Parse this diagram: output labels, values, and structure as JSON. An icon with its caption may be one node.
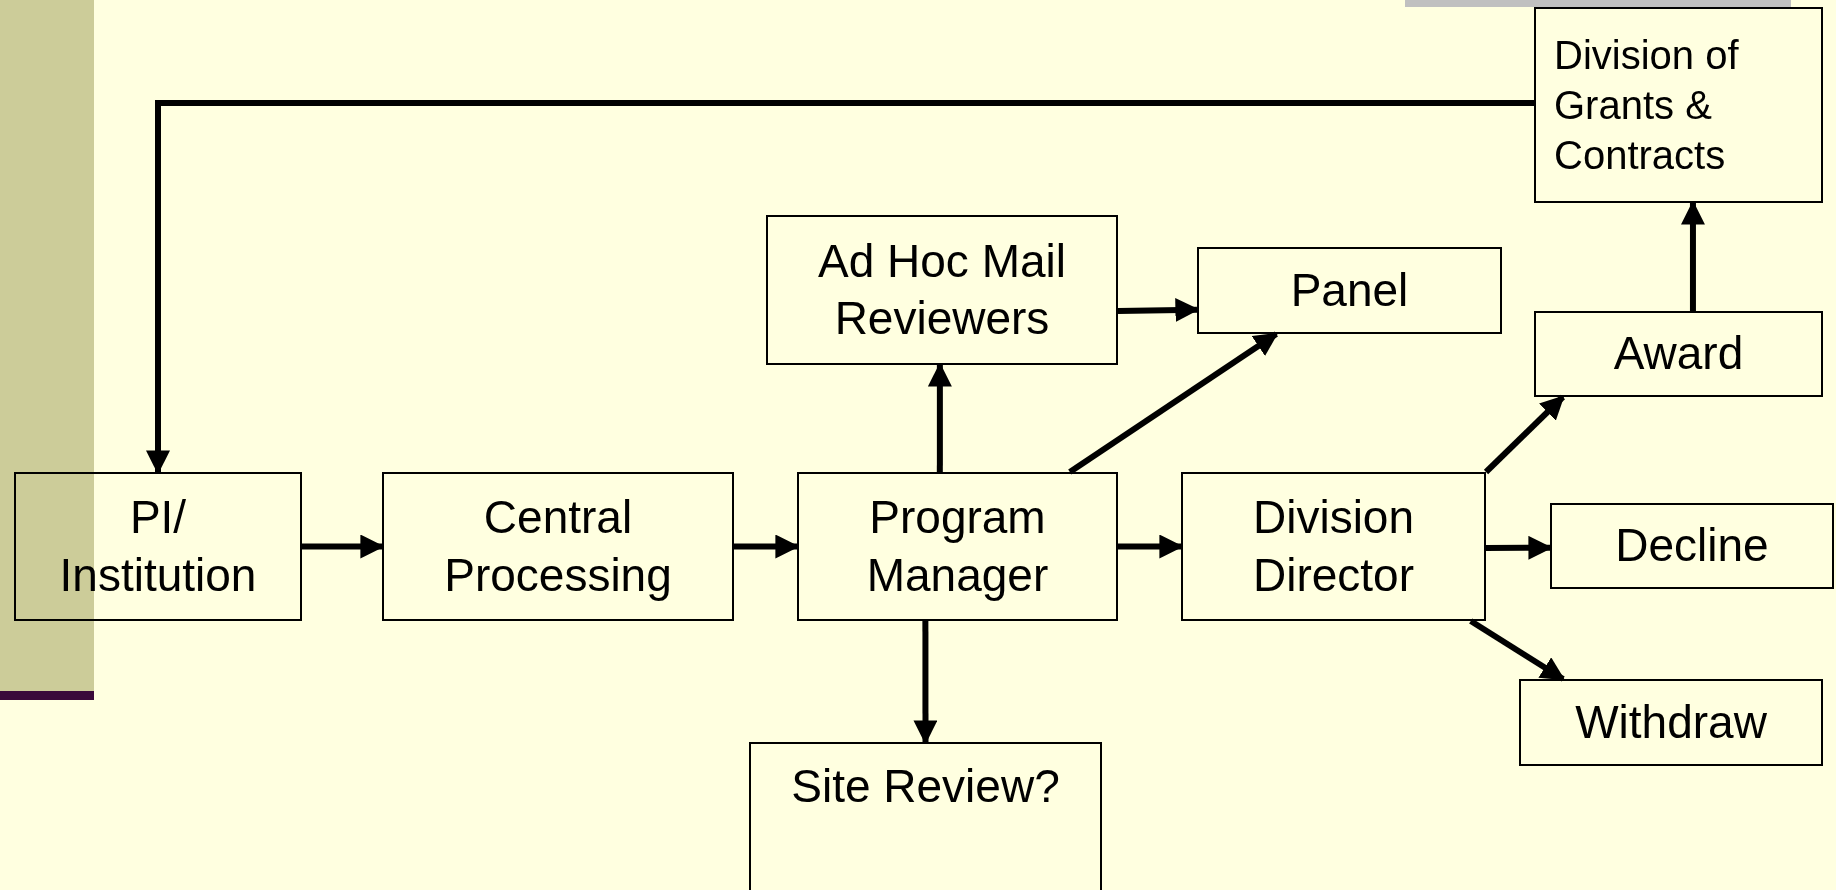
{
  "diagram": {
    "nodes": [
      {
        "text": [
          "PI/ Institution"
        ]
      },
      {
        "text": [
          "Central Processing"
        ]
      },
      {
        "text": [
          "Program Manager"
        ]
      },
      {
        "text": [
          "Ad Hoc Mail Reviewers"
        ]
      },
      {
        "text": [
          "Panel"
        ]
      },
      {
        "text": [
          "Division Director"
        ]
      },
      {
        "text": [
          "Site Review?"
        ]
      },
      {
        "text": [
          "Division of Grants & Contracts"
        ]
      },
      {
        "text": [
          "Award"
        ]
      },
      {
        "text": [
          "Decline"
        ]
      },
      {
        "text": [
          "Withdraw"
        ]
      }
    ],
    "edges": [
      {
        "from": 0,
        "to": 1,
        "arrow": "to"
      },
      {
        "from": 1,
        "to": 2,
        "arrow": "to"
      },
      {
        "from": 2,
        "to": 3,
        "arrow": "to"
      },
      {
        "from": 3,
        "to": 4,
        "arrow": "to"
      },
      {
        "from": 2,
        "to": 4,
        "arrow": "to"
      },
      {
        "from": 2,
        "to": 5,
        "arrow": "to"
      },
      {
        "from": 2,
        "to": 6,
        "arrow": "to"
      },
      {
        "from": 5,
        "to": 8,
        "arrow": "to"
      },
      {
        "from": 5,
        "to": 9,
        "arrow": "to"
      },
      {
        "from": 5,
        "to": 10,
        "arrow": "to"
      },
      {
        "from": 8,
        "to": 7,
        "arrow": "to"
      },
      {
        "from": 7,
        "to": 0,
        "arrow": "to"
      }
    ]
  }
}
